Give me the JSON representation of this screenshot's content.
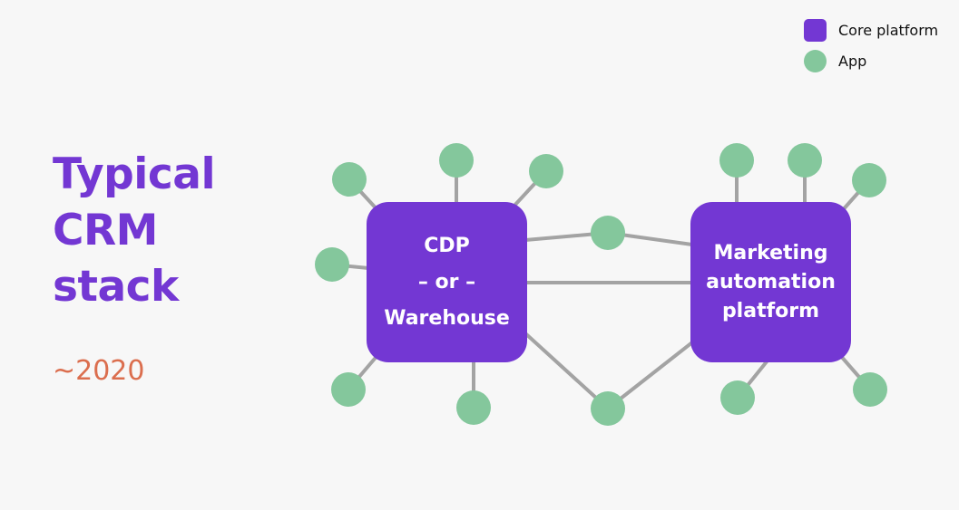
{
  "title_lines": [
    "Typical",
    "CRM",
    "stack"
  ],
  "subtitle": "~2020",
  "legend": {
    "core_label": "Core platform",
    "app_label": "App",
    "core_color": "#7337d3",
    "app_color": "#84c79c"
  },
  "platforms": {
    "cdp": {
      "lines": [
        "CDP",
        "– or –",
        "Warehouse"
      ]
    },
    "marketing": {
      "lines": [
        "Marketing",
        "automation",
        "platform"
      ]
    }
  }
}
